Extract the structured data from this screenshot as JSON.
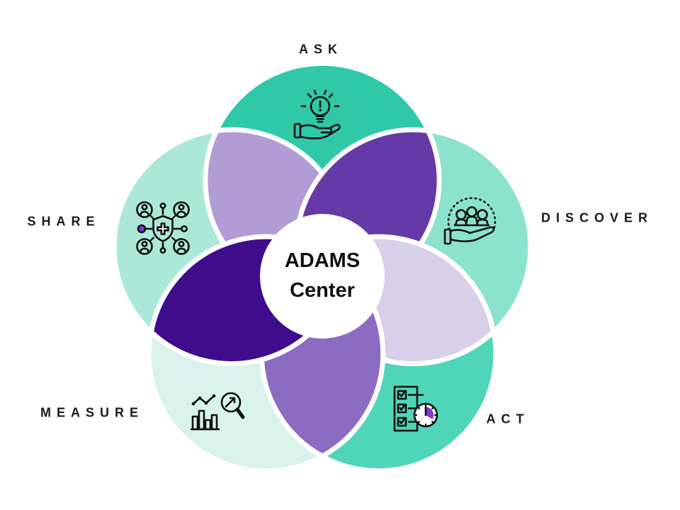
{
  "diagram": {
    "center": {
      "line1": "ADAMS",
      "line2": "Center"
    },
    "segments": [
      {
        "id": "ask",
        "label": "ASK",
        "icon": "lightbulb-hand-icon"
      },
      {
        "id": "discover",
        "label": "DISCOVER",
        "icon": "people-hand-icon"
      },
      {
        "id": "act",
        "label": "ACT",
        "icon": "checklist-clock-icon"
      },
      {
        "id": "measure",
        "label": "MEASURE",
        "icon": "chart-magnifier-icon"
      },
      {
        "id": "share",
        "label": "SHARE",
        "icon": "network-shield-icon"
      }
    ]
  },
  "colors": {
    "background": "#ffffff",
    "ask_circle": "#2fc9a8",
    "discover_circle": "#8be2cd",
    "act_circle": "#4fd6b8",
    "measure_circle": "#d9f2ec",
    "share_circle": "#abe8d9",
    "petal_share_ask": "#b29cd6",
    "petal_ask_discover": "#6639a8",
    "petal_discover_act": "#d9cfe8",
    "petal_act_measure": "#8c6cc2",
    "petal_measure_share": "#3f0d8c",
    "star_grey": "#c9c9c9",
    "center_circle": "#ffffff",
    "icon_stroke": "#111111",
    "accent_purple": "#7d3bd8",
    "label_text": "#1a1a1a"
  }
}
